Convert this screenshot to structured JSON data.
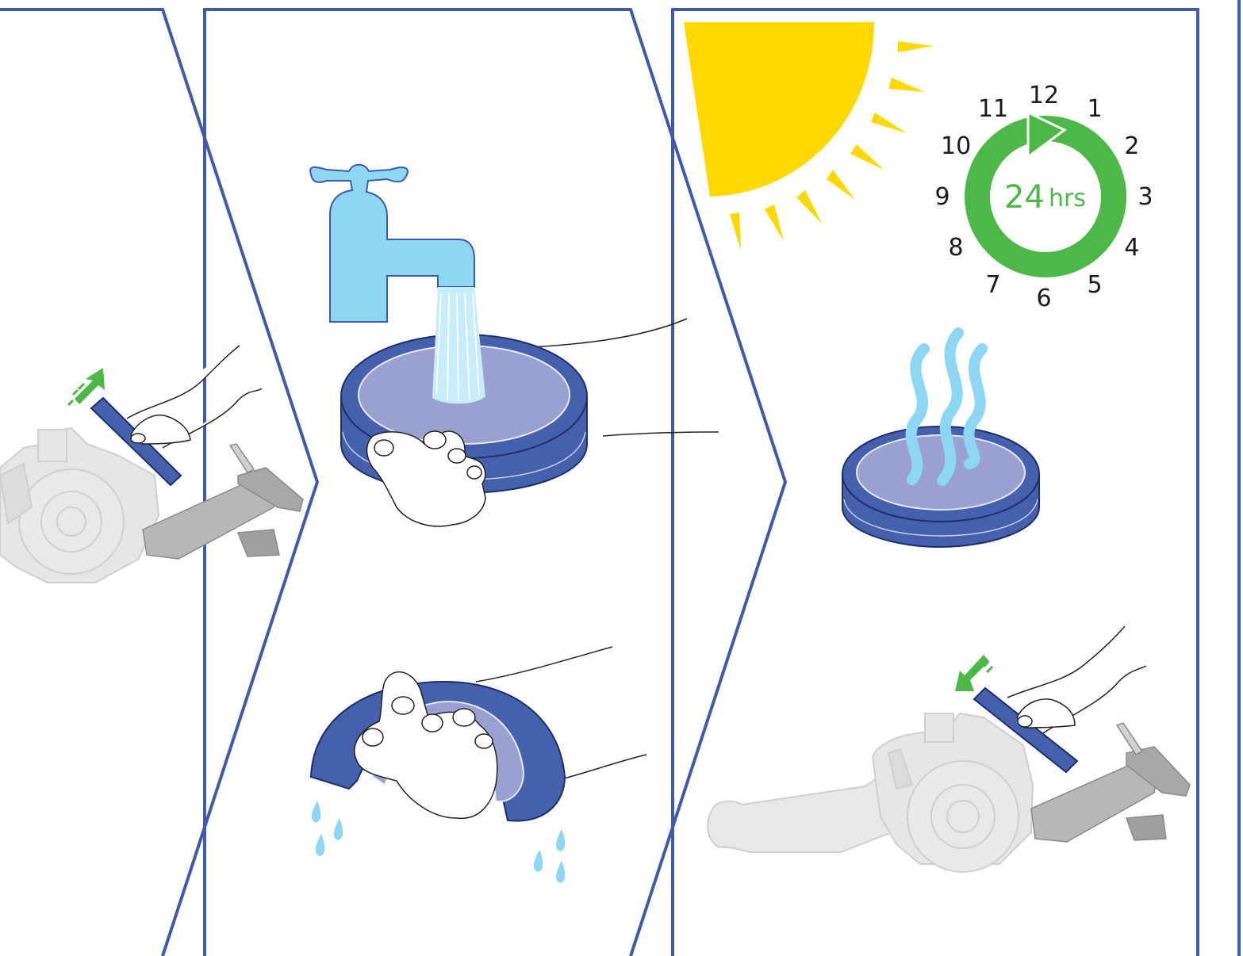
{
  "colors": {
    "panel_border": "#3f5aa9",
    "filter_blue": "#4560ad",
    "filter_inner": "#9aa1d0",
    "water": "#8dd6f4",
    "sun": "#ffd800",
    "arrow_green": "#4db848",
    "vacuum_grey": "#e3e3e3",
    "vacuum_dark": "#a8a8a8"
  },
  "steps": [
    {
      "id": "remove-filter",
      "icon": "vacuum-filter-removal"
    },
    {
      "id": "wash-filter",
      "icon": "tap-water-filter"
    },
    {
      "id": "squeeze-filter",
      "icon": "squeeze-water-drops"
    },
    {
      "id": "dry-filter",
      "icon": "sun-24-hour-clock"
    },
    {
      "id": "refit-filter",
      "icon": "vacuum-filter-insert"
    }
  ],
  "clock": {
    "numbers": [
      "12",
      "1",
      "2",
      "3",
      "4",
      "5",
      "6",
      "7",
      "8",
      "9",
      "10",
      "11"
    ],
    "duration_value": "24",
    "duration_unit": "hrs"
  }
}
